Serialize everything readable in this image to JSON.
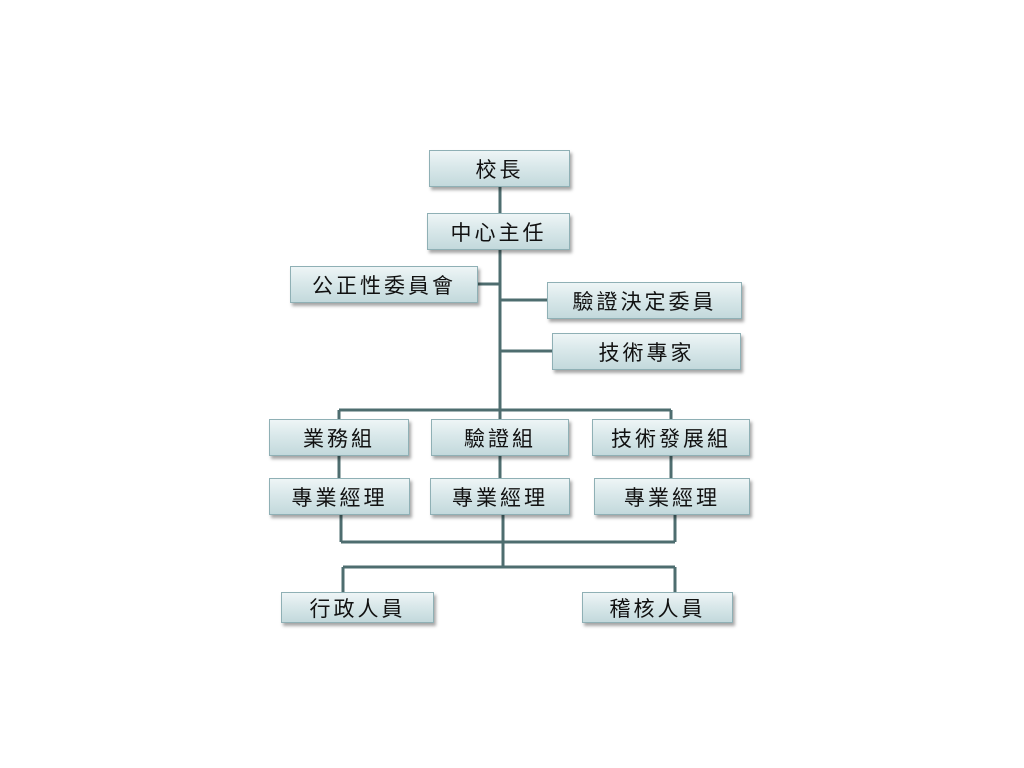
{
  "org_chart": {
    "principal": "校長",
    "center_director": "中心主任",
    "impartiality_committee": "公正性委員會",
    "verification_decision_committee": "驗證決定委員",
    "technical_experts": "技術專家",
    "groups": [
      {
        "name": "業務組",
        "manager": "專業經理"
      },
      {
        "name": "驗證組",
        "manager": "專業經理"
      },
      {
        "name": "技術發展組",
        "manager": "專業經理"
      }
    ],
    "admin_staff": "行政人員",
    "audit_staff": "稽核人員"
  }
}
